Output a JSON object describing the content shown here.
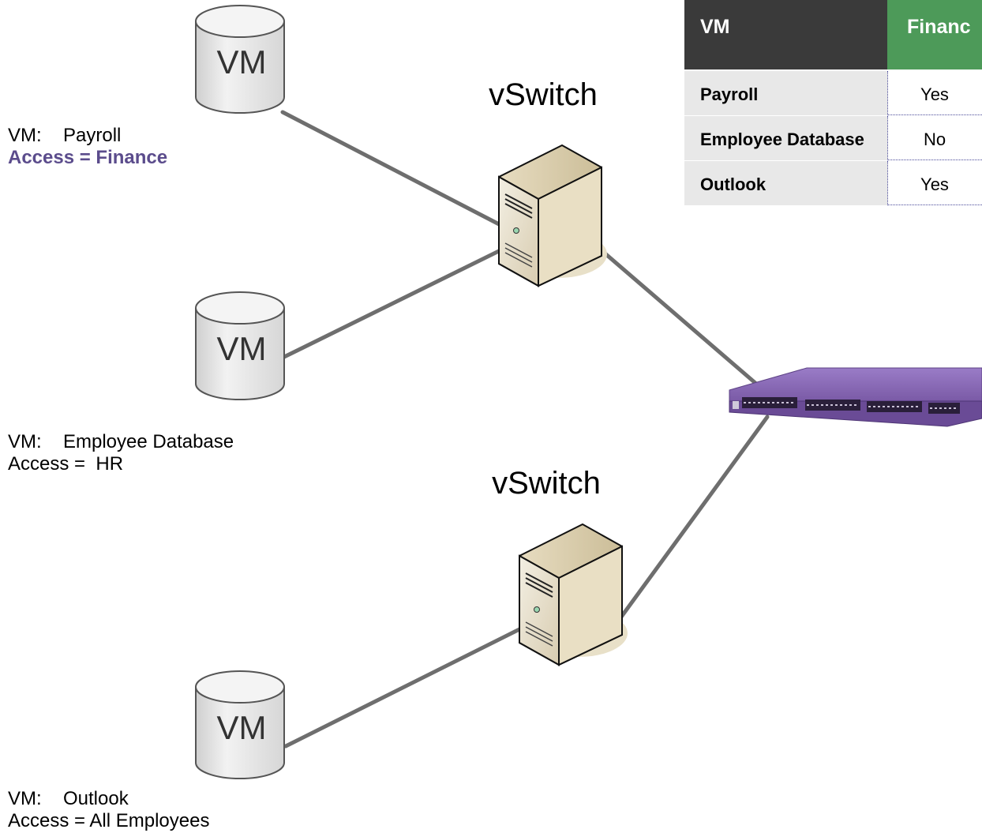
{
  "vm_icon_label": "VM",
  "vswitch_label": "vSwitch",
  "vms": [
    {
      "key": "VM:",
      "name": "Payroll",
      "access": "Access = Finance"
    },
    {
      "key": "VM:",
      "name": "Employee Database",
      "access": "Access =  HR"
    },
    {
      "key": "VM:",
      "name": "Outlook",
      "access": "Access = All Employees"
    }
  ],
  "table": {
    "headers": [
      "VM",
      "Financ"
    ],
    "rows": [
      {
        "vm": "Payroll",
        "finance": "Yes"
      },
      {
        "vm": "Employee Database",
        "finance": "No"
      },
      {
        "vm": "Outlook",
        "finance": "Yes"
      }
    ]
  },
  "colors": {
    "highlight_access": "#5b4c8c",
    "table_header_vm": "#3a3a3a",
    "table_header_finance": "#4d9a59",
    "switch_body": "#7a5aa6",
    "link": "#6e6e6e"
  },
  "icons": [
    "database-cylinder-icon",
    "server-tower-icon",
    "network-switch-icon"
  ]
}
